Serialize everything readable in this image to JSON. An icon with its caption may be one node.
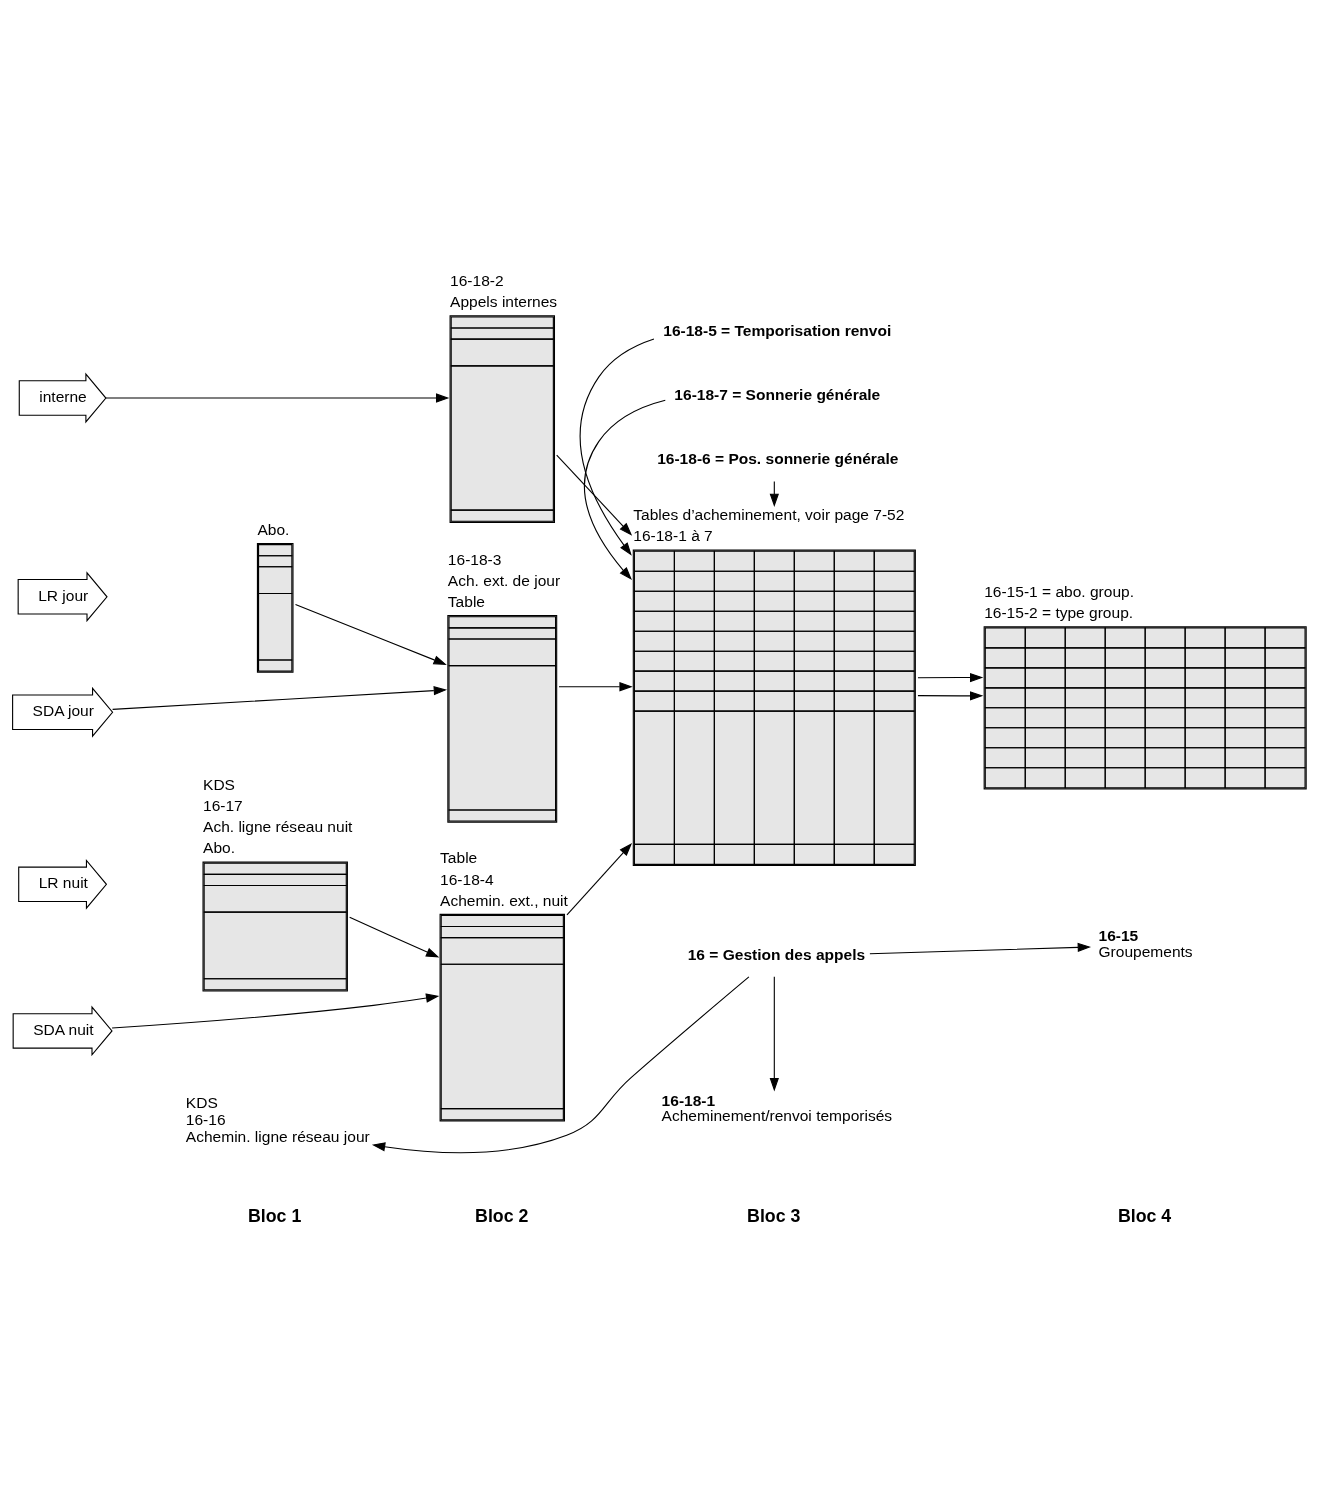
{
  "diagram": {
    "nodes": [
      {
        "text": [
          "16 = Gestion des appels"
        ]
      },
      {
        "text": [
          "KDS",
          "16-16",
          "Achemin. ligne réseau jour"
        ]
      },
      {
        "text": [
          "16-18-1",
          "Acheminement/renvoi temporisés"
        ]
      },
      {
        "text": [
          "16-15",
          "Groupements"
        ]
      },
      {
        "text": [
          "LR jour"
        ]
      },
      {
        "text": [],
        "shape": "bar",
        "beside": [
          "Abo."
        ]
      },
      {
        "text": [
          "SDA jour"
        ]
      },
      {
        "text": [],
        "shape": "bar",
        "beside": [
          "16-18-3",
          "Ach. ext. de jour",
          "Table"
        ]
      },
      {
        "text": [
          "interne"
        ]
      },
      {
        "text": [],
        "shape": "bar",
        "beside": [
          "16-18-2",
          "Appels internes"
        ]
      },
      {
        "text": [
          "LR nuit"
        ]
      },
      {
        "text": [],
        "shape": "bar",
        "beside": [
          "KDS",
          "16-17",
          "Ach. ligne réseau nuit",
          "Abo."
        ]
      },
      {
        "text": [
          "SDA nuit"
        ]
      },
      {
        "text": [],
        "shape": "bar",
        "beside": [
          "Table",
          "16-18-4",
          "Achemin. ext., nuit"
        ]
      },
      {
        "text": [],
        "shape": "box",
        "beside": [
          "Tables d’acheminement, voir page 7-52",
          "16-18-1 à 7"
        ]
      },
      {
        "text": [],
        "shape": "box",
        "beside": [
          "16-15-1 = abo. group.",
          "16-15-2 = type group."
        ]
      },
      {
        "text": [
          "16-18-7 = Sonnerie générale"
        ]
      },
      {
        "text": [
          "16-18-6 = Pos. sonnerie générale"
        ]
      },
      {
        "text": [
          "16-18-5 = Temporisation renvoi"
        ]
      }
    ],
    "edges": [
      {
        "from": 0,
        "to": 1,
        "arrow": "to"
      },
      {
        "from": 0,
        "to": 2,
        "arrow": "to"
      },
      {
        "from": 0,
        "to": 3,
        "arrow": "to"
      },
      {
        "from": 5,
        "to": 7,
        "arrow": "to"
      },
      {
        "from": 6,
        "to": 7,
        "arrow": "to"
      },
      {
        "from": 7,
        "to": 14,
        "arrow": "to"
      },
      {
        "from": 8,
        "to": 9,
        "arrow": "to"
      },
      {
        "from": 9,
        "to": 14,
        "arrow": "to"
      },
      {
        "from": 11,
        "to": 13,
        "arrow": "to"
      },
      {
        "from": 12,
        "to": 13,
        "arrow": "to"
      },
      {
        "from": 13,
        "to": 14,
        "arrow": "to"
      },
      {
        "from": 14,
        "to": 15,
        "arrow": "to"
      },
      {
        "from": 14,
        "to": 15,
        "arrow": "to"
      },
      {
        "from": 16,
        "to": 14,
        "arrow": "to"
      },
      {
        "from": 17,
        "to": 14,
        "arrow": "to"
      },
      {
        "from": 18,
        "to": 14,
        "arrow": "to"
      }
    ],
    "labels": [
      "Bloc 1",
      "Bloc 2",
      "Bloc 3",
      "Bloc 4"
    ]
  }
}
